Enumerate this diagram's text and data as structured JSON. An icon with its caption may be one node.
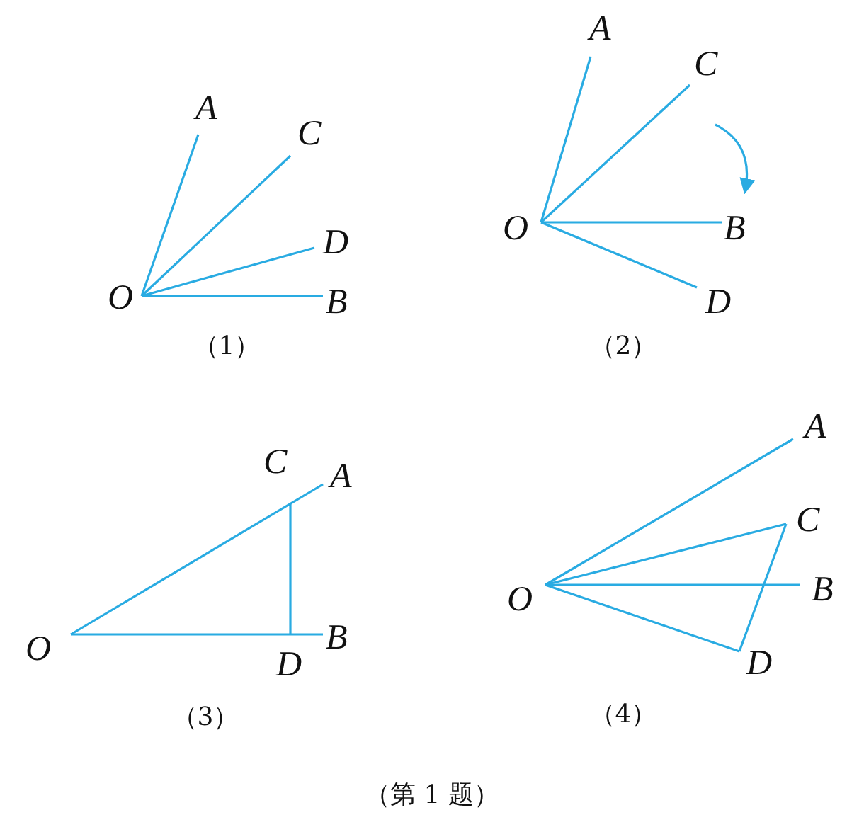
{
  "diagram": {
    "nodes": [
      {
        "text": [
          "O"
        ]
      },
      {
        "text": [
          "A"
        ]
      },
      {
        "text": [
          "C"
        ]
      },
      {
        "text": [
          "D"
        ]
      },
      {
        "text": [
          "B"
        ]
      },
      {
        "text": [
          "O"
        ]
      },
      {
        "text": [
          "A"
        ]
      },
      {
        "text": [
          "C"
        ]
      },
      {
        "text": [
          "B"
        ]
      },
      {
        "text": [
          "D"
        ]
      },
      {
        "text": [
          "O"
        ]
      },
      {
        "text": [
          "C"
        ]
      },
      {
        "text": [
          "A"
        ]
      },
      {
        "text": [
          "D"
        ]
      },
      {
        "text": [
          "B"
        ]
      },
      {
        "text": [
          "O"
        ]
      },
      {
        "text": [
          "A"
        ]
      },
      {
        "text": [
          "C"
        ]
      },
      {
        "text": [
          "B"
        ]
      },
      {
        "text": [
          "D"
        ]
      }
    ],
    "edges": [
      {
        "from": 0,
        "to": 1,
        "arrow": "none"
      },
      {
        "from": 0,
        "to": 2,
        "arrow": "none"
      },
      {
        "from": 0,
        "to": 3,
        "arrow": "none"
      },
      {
        "from": 0,
        "to": 4,
        "arrow": "none"
      },
      {
        "from": 5,
        "to": 6,
        "arrow": "none"
      },
      {
        "from": 5,
        "to": 7,
        "arrow": "none"
      },
      {
        "from": 5,
        "to": 8,
        "arrow": "none"
      },
      {
        "from": 5,
        "to": 9,
        "arrow": "none"
      },
      {
        "from": 10,
        "to": 12,
        "arrow": "none"
      },
      {
        "from": 11,
        "to": 13,
        "arrow": "none"
      },
      {
        "from": 10,
        "to": 14,
        "arrow": "none"
      },
      {
        "from": 15,
        "to": 16,
        "arrow": "none"
      },
      {
        "from": 15,
        "to": 17,
        "arrow": "none"
      },
      {
        "from": 15,
        "to": 18,
        "arrow": "none"
      },
      {
        "from": 15,
        "to": 19,
        "arrow": "none"
      },
      {
        "from": 17,
        "to": 19,
        "arrow": "none"
      }
    ],
    "labels": [
      "（1）",
      "（2）",
      "（3）",
      "（4）",
      "（第 1 题）"
    ]
  }
}
